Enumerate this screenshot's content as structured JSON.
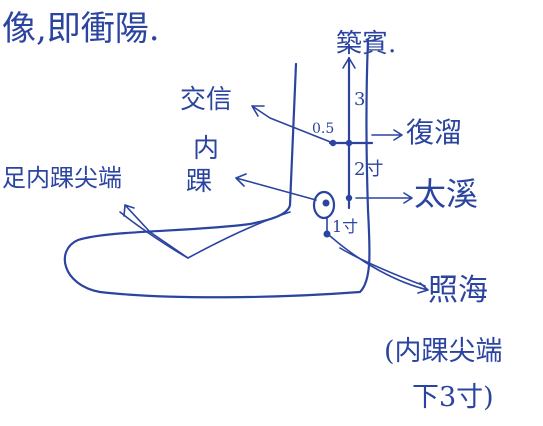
{
  "header_text": "像,即衝陽.",
  "labels": {
    "zhubin": "築賓.",
    "jiaoxin": "交信",
    "neihuai": "内\n踝",
    "zuneihuaijianduan": "足内踝尖端",
    "fuliu": "復溜",
    "taixi": "太溪",
    "zhaohai": "照海",
    "zhaohai_note_line1": "(内踝尖端",
    "zhaohai_note_line2": "下3寸)"
  },
  "measurements": {
    "m3": "3",
    "m05": "0.5",
    "m2cun": "2寸",
    "m1cun": "1寸"
  }
}
